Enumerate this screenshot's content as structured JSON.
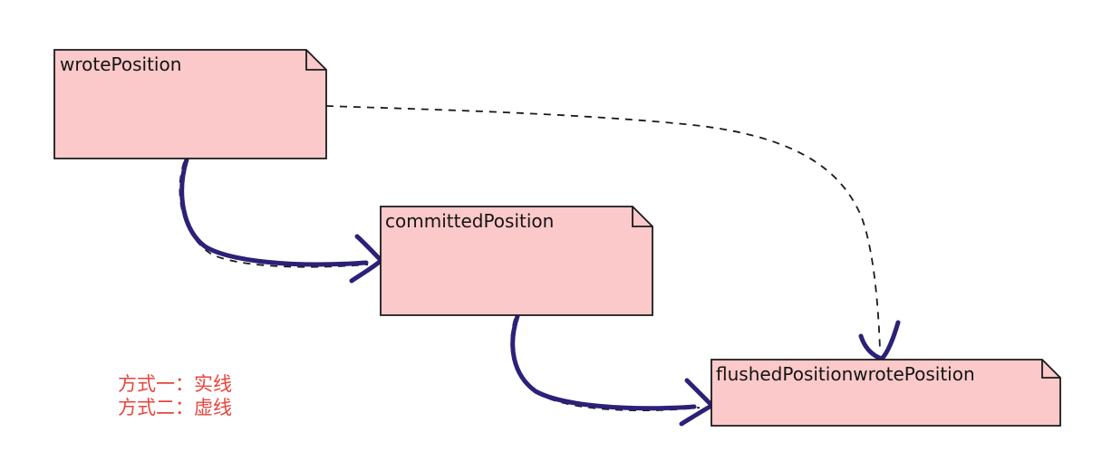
{
  "diagram": {
    "notes": [
      {
        "id": "wrote-position",
        "label": "wrotePosition"
      },
      {
        "id": "committed-position",
        "label": "committedPosition"
      },
      {
        "id": "flushed-position",
        "label": "flushedPositionwrotePosition"
      }
    ],
    "edges": [
      {
        "from": "wrotePosition",
        "to": "committedPosition",
        "styles": [
          "solid",
          "dashed"
        ]
      },
      {
        "from": "committedPosition",
        "to": "flushedPositionwrotePosition",
        "styles": [
          "solid",
          "dashed"
        ]
      },
      {
        "from": "wrotePosition",
        "to": "flushedPositionwrotePosition",
        "styles": [
          "dashed"
        ]
      }
    ],
    "legend": {
      "line1": "方式一：实线",
      "line2": "方式二：虚线"
    },
    "colors": {
      "note_fill": "#fbc9c9",
      "note_border": "#1a1a1a",
      "arrow_solid": "#2c2178",
      "arrow_dashed": "#1a1a1a",
      "legend_text": "#e8453d"
    }
  }
}
